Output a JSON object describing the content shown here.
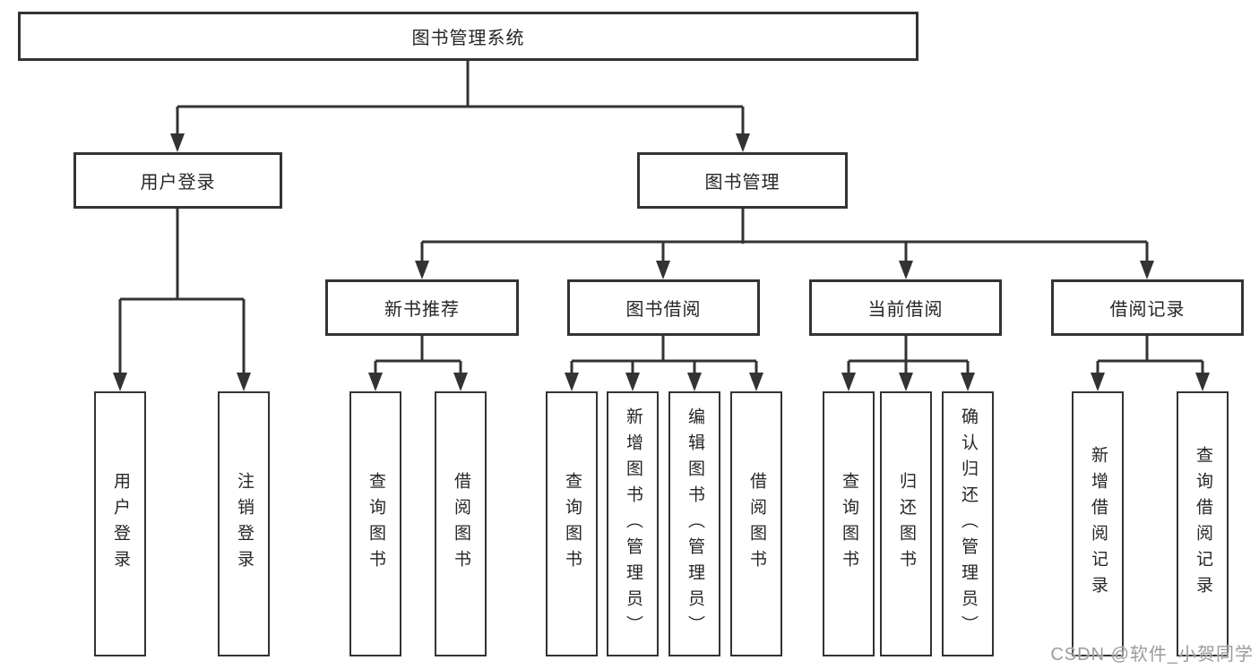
{
  "diagram": {
    "root": {
      "label": "图书管理系统"
    },
    "level2": [
      {
        "id": "user-login",
        "label": "用户登录"
      },
      {
        "id": "book-management",
        "label": "图书管理"
      }
    ],
    "level3": [
      {
        "id": "new-book-recommend",
        "parent": "图书管理",
        "label": "新书推荐"
      },
      {
        "id": "book-borrow",
        "parent": "图书管理",
        "label": "图书借阅"
      },
      {
        "id": "current-borrow",
        "parent": "图书管理",
        "label": "当前借阅"
      },
      {
        "id": "borrow-records",
        "parent": "图书管理",
        "label": "借阅记录"
      }
    ],
    "leaves": [
      {
        "parent": "用户登录",
        "label": "用户登录"
      },
      {
        "parent": "用户登录",
        "label": "注销登录"
      },
      {
        "parent": "新书推荐",
        "label": "查询图书"
      },
      {
        "parent": "新书推荐",
        "label": "借阅图书"
      },
      {
        "parent": "图书借阅",
        "label": "查询图书"
      },
      {
        "parent": "图书借阅",
        "label": "新增图书（管理员）"
      },
      {
        "parent": "图书借阅",
        "label": "编辑图书（管理员）"
      },
      {
        "parent": "图书借阅",
        "label": "借阅图书"
      },
      {
        "parent": "当前借阅",
        "label": "查询图书"
      },
      {
        "parent": "当前借阅",
        "label": "归还图书"
      },
      {
        "parent": "当前借阅",
        "label": "确认归还（管理员）"
      },
      {
        "parent": "借阅记录",
        "label": "新增借阅记录"
      },
      {
        "parent": "借阅记录",
        "label": "查询借阅记录"
      }
    ],
    "watermark": "CSDN @软件_小贺同学",
    "colors": {
      "line": "#333333",
      "border": "#333333",
      "text": "#262626",
      "watermark": "#9b9b9b",
      "background": "#ffffff"
    }
  }
}
